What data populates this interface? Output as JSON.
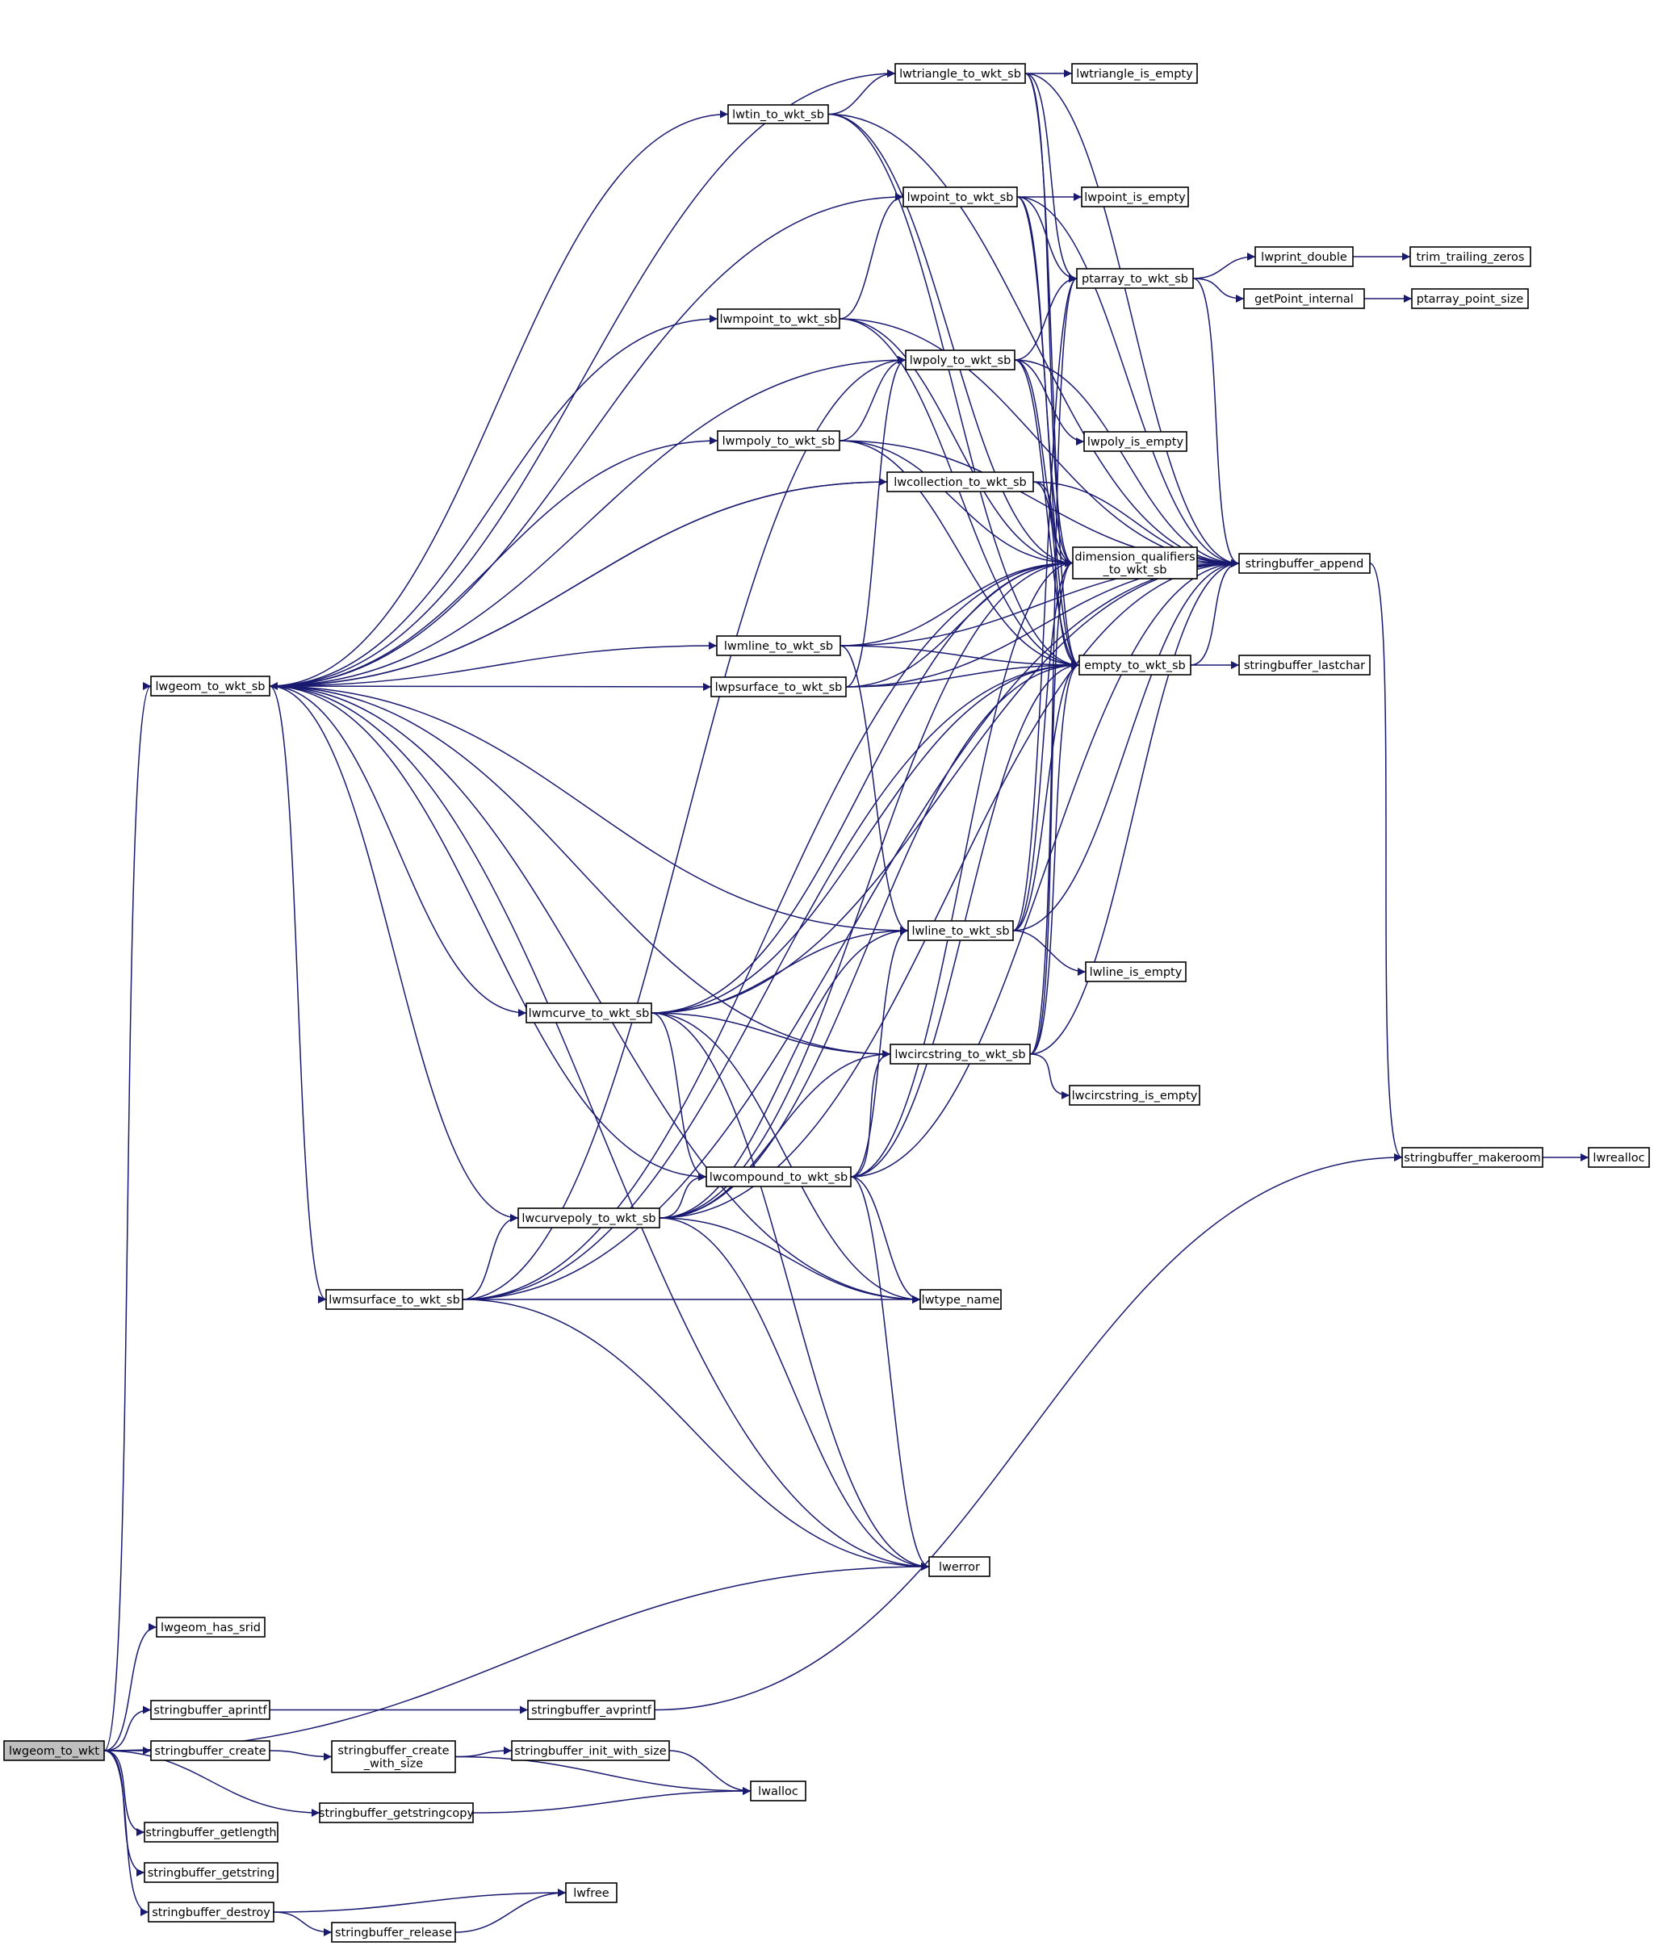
{
  "nodes": {
    "lwgeom_to_wkt": "lwgeom_to_wkt",
    "lwgeom_to_wkt_sb": "lwgeom_to_wkt_sb",
    "lwgeom_has_srid": "lwgeom_has_srid",
    "stringbuffer_aprintf": "stringbuffer_aprintf",
    "stringbuffer_create": "stringbuffer_create",
    "stringbuffer_getstringcopy": "stringbuffer_getstringcopy",
    "stringbuffer_getlength": "stringbuffer_getlength",
    "stringbuffer_getstring": "stringbuffer_getstring",
    "stringbuffer_destroy": "stringbuffer_destroy",
    "stringbuffer_avprintf": "stringbuffer_avprintf",
    "stringbuffer_create_with_size": [
      "stringbuffer_create",
      "_with_size"
    ],
    "stringbuffer_init_with_size": "stringbuffer_init_with_size",
    "lwalloc": "lwalloc",
    "lwfree": "lwfree",
    "stringbuffer_release": "stringbuffer_release",
    "lwtriangle_to_wkt_sb": "lwtriangle_to_wkt_sb",
    "lwtriangle_is_empty": "lwtriangle_is_empty",
    "lwtin_to_wkt_sb": "lwtin_to_wkt_sb",
    "lwpoint_to_wkt_sb": "lwpoint_to_wkt_sb",
    "lwpoint_is_empty": "lwpoint_is_empty",
    "ptarray_to_wkt_sb": "ptarray_to_wkt_sb",
    "lwprint_double": "lwprint_double",
    "trim_trailing_zeros": "trim_trailing_zeros",
    "getPoint_internal": "getPoint_internal",
    "ptarray_point_size": "ptarray_point_size",
    "lwmpoint_to_wkt_sb": "lwmpoint_to_wkt_sb",
    "lwpoly_to_wkt_sb": "lwpoly_to_wkt_sb",
    "lwpoly_is_empty": "lwpoly_is_empty",
    "lwmpoly_to_wkt_sb": "lwmpoly_to_wkt_sb",
    "lwcollection_to_wkt_sb": "lwcollection_to_wkt_sb",
    "dimension_qualifiers_to_wkt_sb": [
      "dimension_qualifiers",
      "_to_wkt_sb"
    ],
    "stringbuffer_append": "stringbuffer_append",
    "lwmline_to_wkt_sb": "lwmline_to_wkt_sb",
    "lwpsurface_to_wkt_sb": "lwpsurface_to_wkt_sb",
    "empty_to_wkt_sb": "empty_to_wkt_sb",
    "stringbuffer_lastchar": "stringbuffer_lastchar",
    "lwline_to_wkt_sb": "lwline_to_wkt_sb",
    "lwline_is_empty": "lwline_is_empty",
    "lwmcurve_to_wkt_sb": "lwmcurve_to_wkt_sb",
    "lwcircstring_to_wkt_sb": "lwcircstring_to_wkt_sb",
    "lwcircstring_is_empty": "lwcircstring_is_empty",
    "stringbuffer_makeroom": "stringbuffer_makeroom",
    "lwrealloc": "lwrealloc",
    "lwcompound_to_wkt_sb": "lwcompound_to_wkt_sb",
    "lwcurvepoly_to_wkt_sb": "lwcurvepoly_to_wkt_sb",
    "lwmsurface_to_wkt_sb": "lwmsurface_to_wkt_sb",
    "lwtype_name": "lwtype_name",
    "lwerror": "lwerror"
  },
  "edges": [
    [
      "lwgeom_to_wkt",
      "lwgeom_to_wkt_sb"
    ],
    [
      "lwgeom_to_wkt",
      "lwgeom_has_srid"
    ],
    [
      "lwgeom_to_wkt",
      "stringbuffer_aprintf"
    ],
    [
      "lwgeom_to_wkt",
      "stringbuffer_create"
    ],
    [
      "lwgeom_to_wkt",
      "stringbuffer_getstringcopy"
    ],
    [
      "lwgeom_to_wkt",
      "stringbuffer_getlength"
    ],
    [
      "lwgeom_to_wkt",
      "stringbuffer_getstring"
    ],
    [
      "lwgeom_to_wkt",
      "stringbuffer_destroy"
    ],
    [
      "lwgeom_to_wkt",
      "lwerror"
    ],
    [
      "stringbuffer_aprintf",
      "stringbuffer_avprintf"
    ],
    [
      "stringbuffer_avprintf",
      "stringbuffer_makeroom"
    ],
    [
      "stringbuffer_create",
      "stringbuffer_create_with_size"
    ],
    [
      "stringbuffer_create_with_size",
      "stringbuffer_init_with_size"
    ],
    [
      "stringbuffer_create_with_size",
      "lwalloc"
    ],
    [
      "stringbuffer_init_with_size",
      "lwalloc"
    ],
    [
      "stringbuffer_getstringcopy",
      "lwalloc"
    ],
    [
      "stringbuffer_destroy",
      "lwfree"
    ],
    [
      "stringbuffer_destroy",
      "stringbuffer_release"
    ],
    [
      "stringbuffer_release",
      "lwfree"
    ],
    [
      "lwgeom_to_wkt_sb",
      "lwtriangle_to_wkt_sb"
    ],
    [
      "lwgeom_to_wkt_sb",
      "lwtin_to_wkt_sb"
    ],
    [
      "lwgeom_to_wkt_sb",
      "lwpoint_to_wkt_sb"
    ],
    [
      "lwgeom_to_wkt_sb",
      "lwmpoint_to_wkt_sb"
    ],
    [
      "lwgeom_to_wkt_sb",
      "lwpoly_to_wkt_sb"
    ],
    [
      "lwgeom_to_wkt_sb",
      "lwmpoly_to_wkt_sb"
    ],
    [
      "lwgeom_to_wkt_sb",
      "lwcollection_to_wkt_sb"
    ],
    [
      "lwgeom_to_wkt_sb",
      "lwmline_to_wkt_sb"
    ],
    [
      "lwgeom_to_wkt_sb",
      "lwpsurface_to_wkt_sb"
    ],
    [
      "lwgeom_to_wkt_sb",
      "lwline_to_wkt_sb"
    ],
    [
      "lwgeom_to_wkt_sb",
      "lwmcurve_to_wkt_sb"
    ],
    [
      "lwgeom_to_wkt_sb",
      "lwcircstring_to_wkt_sb"
    ],
    [
      "lwgeom_to_wkt_sb",
      "lwcompound_to_wkt_sb"
    ],
    [
      "lwgeom_to_wkt_sb",
      "lwcurvepoly_to_wkt_sb"
    ],
    [
      "lwgeom_to_wkt_sb",
      "lwmsurface_to_wkt_sb"
    ],
    [
      "lwgeom_to_wkt_sb",
      "lwtype_name"
    ],
    [
      "lwgeom_to_wkt_sb",
      "lwerror"
    ],
    [
      "lwcollection_to_wkt_sb",
      "lwgeom_to_wkt_sb"
    ],
    [
      "lwtriangle_to_wkt_sb",
      "lwtriangle_is_empty"
    ],
    [
      "lwtriangle_to_wkt_sb",
      "ptarray_to_wkt_sb"
    ],
    [
      "lwtriangle_to_wkt_sb",
      "dimension_qualifiers_to_wkt_sb"
    ],
    [
      "lwtriangle_to_wkt_sb",
      "empty_to_wkt_sb"
    ],
    [
      "lwtriangle_to_wkt_sb",
      "stringbuffer_append"
    ],
    [
      "lwtin_to_wkt_sb",
      "lwtriangle_to_wkt_sb"
    ],
    [
      "lwtin_to_wkt_sb",
      "dimension_qualifiers_to_wkt_sb"
    ],
    [
      "lwtin_to_wkt_sb",
      "empty_to_wkt_sb"
    ],
    [
      "lwtin_to_wkt_sb",
      "stringbuffer_append"
    ],
    [
      "lwpoint_to_wkt_sb",
      "lwpoint_is_empty"
    ],
    [
      "lwpoint_to_wkt_sb",
      "ptarray_to_wkt_sb"
    ],
    [
      "lwpoint_to_wkt_sb",
      "dimension_qualifiers_to_wkt_sb"
    ],
    [
      "lwpoint_to_wkt_sb",
      "empty_to_wkt_sb"
    ],
    [
      "lwpoint_to_wkt_sb",
      "stringbuffer_append"
    ],
    [
      "ptarray_to_wkt_sb",
      "lwprint_double"
    ],
    [
      "ptarray_to_wkt_sb",
      "getPoint_internal"
    ],
    [
      "ptarray_to_wkt_sb",
      "stringbuffer_append"
    ],
    [
      "lwprint_double",
      "trim_trailing_zeros"
    ],
    [
      "getPoint_internal",
      "ptarray_point_size"
    ],
    [
      "lwmpoint_to_wkt_sb",
      "lwpoint_to_wkt_sb"
    ],
    [
      "lwmpoint_to_wkt_sb",
      "dimension_qualifiers_to_wkt_sb"
    ],
    [
      "lwmpoint_to_wkt_sb",
      "empty_to_wkt_sb"
    ],
    [
      "lwmpoint_to_wkt_sb",
      "stringbuffer_append"
    ],
    [
      "lwpoly_to_wkt_sb",
      "lwpoly_is_empty"
    ],
    [
      "lwpoly_to_wkt_sb",
      "ptarray_to_wkt_sb"
    ],
    [
      "lwpoly_to_wkt_sb",
      "dimension_qualifiers_to_wkt_sb"
    ],
    [
      "lwpoly_to_wkt_sb",
      "empty_to_wkt_sb"
    ],
    [
      "lwpoly_to_wkt_sb",
      "stringbuffer_append"
    ],
    [
      "lwmpoly_to_wkt_sb",
      "lwpoly_to_wkt_sb"
    ],
    [
      "lwmpoly_to_wkt_sb",
      "dimension_qualifiers_to_wkt_sb"
    ],
    [
      "lwmpoly_to_wkt_sb",
      "empty_to_wkt_sb"
    ],
    [
      "lwmpoly_to_wkt_sb",
      "stringbuffer_append"
    ],
    [
      "lwcollection_to_wkt_sb",
      "dimension_qualifiers_to_wkt_sb"
    ],
    [
      "lwcollection_to_wkt_sb",
      "empty_to_wkt_sb"
    ],
    [
      "lwcollection_to_wkt_sb",
      "stringbuffer_append"
    ],
    [
      "dimension_qualifiers_to_wkt_sb",
      "stringbuffer_append"
    ],
    [
      "lwmline_to_wkt_sb",
      "lwline_to_wkt_sb"
    ],
    [
      "lwmline_to_wkt_sb",
      "dimension_qualifiers_to_wkt_sb"
    ],
    [
      "lwmline_to_wkt_sb",
      "empty_to_wkt_sb"
    ],
    [
      "lwmline_to_wkt_sb",
      "stringbuffer_append"
    ],
    [
      "lwpsurface_to_wkt_sb",
      "lwpoly_to_wkt_sb"
    ],
    [
      "lwpsurface_to_wkt_sb",
      "dimension_qualifiers_to_wkt_sb"
    ],
    [
      "lwpsurface_to_wkt_sb",
      "empty_to_wkt_sb"
    ],
    [
      "lwpsurface_to_wkt_sb",
      "stringbuffer_append"
    ],
    [
      "empty_to_wkt_sb",
      "stringbuffer_append"
    ],
    [
      "empty_to_wkt_sb",
      "stringbuffer_lastchar"
    ],
    [
      "stringbuffer_append",
      "stringbuffer_makeroom"
    ],
    [
      "stringbuffer_makeroom",
      "lwrealloc"
    ],
    [
      "lwline_to_wkt_sb",
      "lwline_is_empty"
    ],
    [
      "lwline_to_wkt_sb",
      "ptarray_to_wkt_sb"
    ],
    [
      "lwline_to_wkt_sb",
      "dimension_qualifiers_to_wkt_sb"
    ],
    [
      "lwline_to_wkt_sb",
      "empty_to_wkt_sb"
    ],
    [
      "lwline_to_wkt_sb",
      "stringbuffer_append"
    ],
    [
      "lwmcurve_to_wkt_sb",
      "lwline_to_wkt_sb"
    ],
    [
      "lwmcurve_to_wkt_sb",
      "lwcircstring_to_wkt_sb"
    ],
    [
      "lwmcurve_to_wkt_sb",
      "lwcompound_to_wkt_sb"
    ],
    [
      "lwmcurve_to_wkt_sb",
      "dimension_qualifiers_to_wkt_sb"
    ],
    [
      "lwmcurve_to_wkt_sb",
      "empty_to_wkt_sb"
    ],
    [
      "lwmcurve_to_wkt_sb",
      "stringbuffer_append"
    ],
    [
      "lwmcurve_to_wkt_sb",
      "lwtype_name"
    ],
    [
      "lwmcurve_to_wkt_sb",
      "lwerror"
    ],
    [
      "lwcircstring_to_wkt_sb",
      "lwcircstring_is_empty"
    ],
    [
      "lwcircstring_to_wkt_sb",
      "ptarray_to_wkt_sb"
    ],
    [
      "lwcircstring_to_wkt_sb",
      "dimension_qualifiers_to_wkt_sb"
    ],
    [
      "lwcircstring_to_wkt_sb",
      "empty_to_wkt_sb"
    ],
    [
      "lwcircstring_to_wkt_sb",
      "stringbuffer_append"
    ],
    [
      "lwcompound_to_wkt_sb",
      "lwline_to_wkt_sb"
    ],
    [
      "lwcompound_to_wkt_sb",
      "lwcircstring_to_wkt_sb"
    ],
    [
      "lwcompound_to_wkt_sb",
      "dimension_qualifiers_to_wkt_sb"
    ],
    [
      "lwcompound_to_wkt_sb",
      "empty_to_wkt_sb"
    ],
    [
      "lwcompound_to_wkt_sb",
      "stringbuffer_append"
    ],
    [
      "lwcompound_to_wkt_sb",
      "lwtype_name"
    ],
    [
      "lwcompound_to_wkt_sb",
      "lwerror"
    ],
    [
      "lwcurvepoly_to_wkt_sb",
      "lwline_to_wkt_sb"
    ],
    [
      "lwcurvepoly_to_wkt_sb",
      "lwcircstring_to_wkt_sb"
    ],
    [
      "lwcurvepoly_to_wkt_sb",
      "lwcompound_to_wkt_sb"
    ],
    [
      "lwcurvepoly_to_wkt_sb",
      "dimension_qualifiers_to_wkt_sb"
    ],
    [
      "lwcurvepoly_to_wkt_sb",
      "empty_to_wkt_sb"
    ],
    [
      "lwcurvepoly_to_wkt_sb",
      "stringbuffer_append"
    ],
    [
      "lwcurvepoly_to_wkt_sb",
      "lwtype_name"
    ],
    [
      "lwcurvepoly_to_wkt_sb",
      "lwerror"
    ],
    [
      "lwmsurface_to_wkt_sb",
      "lwpoly_to_wkt_sb"
    ],
    [
      "lwmsurface_to_wkt_sb",
      "lwcurvepoly_to_wkt_sb"
    ],
    [
      "lwmsurface_to_wkt_sb",
      "dimension_qualifiers_to_wkt_sb"
    ],
    [
      "lwmsurface_to_wkt_sb",
      "empty_to_wkt_sb"
    ],
    [
      "lwmsurface_to_wkt_sb",
      "stringbuffer_append"
    ],
    [
      "lwmsurface_to_wkt_sb",
      "lwtype_name"
    ],
    [
      "lwmsurface_to_wkt_sb",
      "lwerror"
    ]
  ],
  "colors": {
    "edge": "#191970",
    "root_fill": "#bfbfbf",
    "node_fill": "#ffffff",
    "node_stroke": "#000000"
  }
}
